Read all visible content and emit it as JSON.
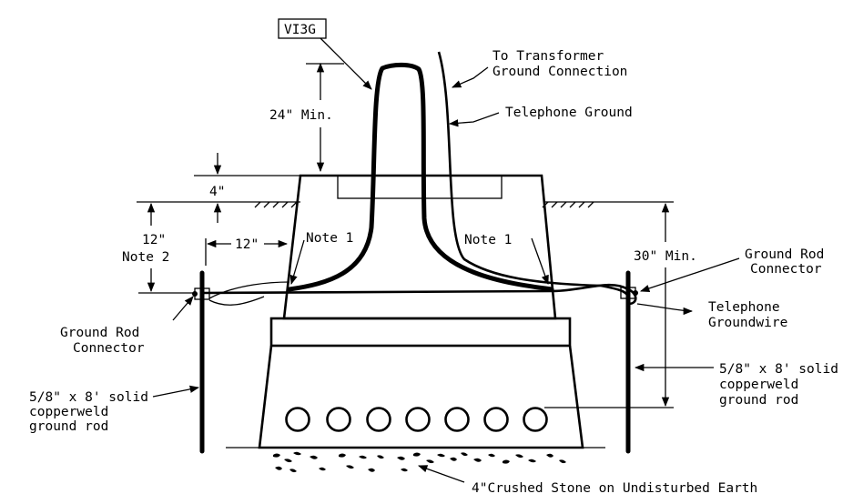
{
  "labels": {
    "tag": "VI3G",
    "transformer_1": "To Transformer",
    "transformer_2": "Ground Connection",
    "telephone_ground": "Telephone Ground",
    "dim_24": "24\" Min.",
    "dim_4": "4\"",
    "dim_12_vert": "12\"",
    "note2": "Note 2",
    "dim_12_horz": "12\"",
    "note1_left": "Note 1",
    "note1_right": "Note 1",
    "dim_30": "30\" Min.",
    "grc_right_1": "Ground Rod",
    "grc_right_2": "Connector",
    "grc_left_1": "Ground Rod",
    "grc_left_2": "Connector",
    "tel_gw_1": "Telephone",
    "tel_gw_2": "Groundwire",
    "rod_left_1": "5/8\" x 8' solid",
    "rod_left_2": "copperweld",
    "rod_left_3": "ground rod",
    "rod_right_1": "5/8\" x 8' solid",
    "rod_right_2": "copperweld",
    "rod_right_3": "ground rod",
    "stone": "4\"Crushed Stone on Undisturbed Earth"
  },
  "colors": {
    "line": "#000000",
    "background": "#ffffff"
  }
}
